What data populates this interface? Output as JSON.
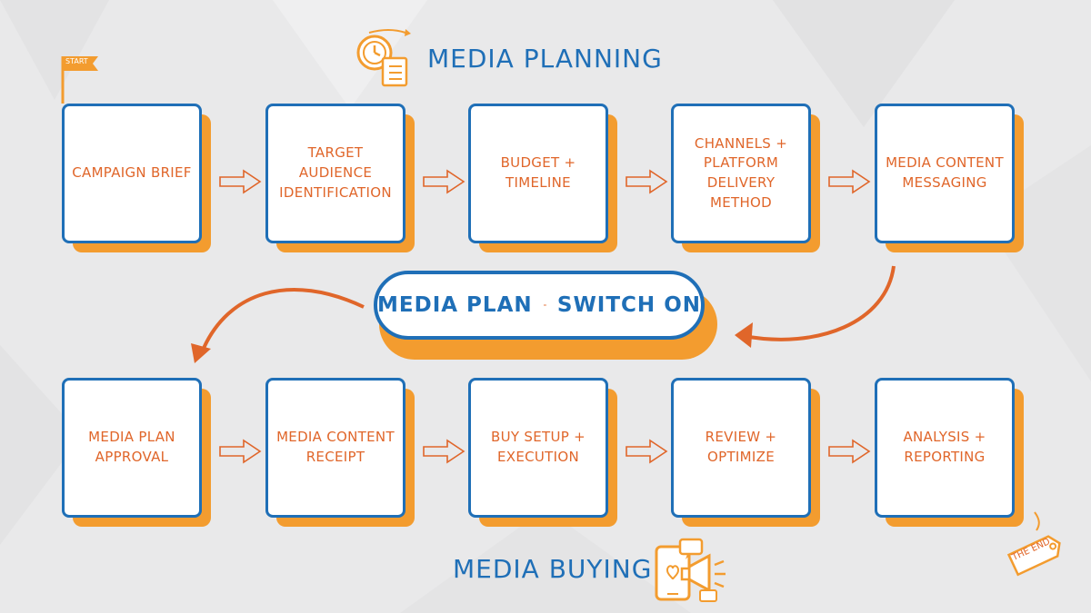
{
  "planning_title": "MEDIA PLANNING",
  "buying_title": "MEDIA BUYING",
  "start_flag": "START",
  "end_tag": "THE END",
  "center_pill": {
    "left": "MEDIA PLAN",
    "right": "SWITCH ON"
  },
  "planning_steps": [
    {
      "label": "CAMPAIGN BRIEF"
    },
    {
      "label": "TARGET AUDIENCE IDENTIFICATION"
    },
    {
      "label": "BUDGET + TIMELINE"
    },
    {
      "label": "CHANNELS + PLATFORM DELIVERY METHOD"
    },
    {
      "label": "MEDIA CONTENT MESSAGING"
    }
  ],
  "buying_steps": [
    {
      "label": "MEDIA PLAN APPROVAL"
    },
    {
      "label": "MEDIA CONTENT RECEIPT"
    },
    {
      "label": "BUY SETUP + EXECUTION"
    },
    {
      "label": "REVIEW + OPTIMIZE"
    },
    {
      "label": "ANALYSIS + REPORTING"
    }
  ],
  "colors": {
    "blue": "#1f6fb7",
    "orange": "#e0662a",
    "card_shadow": "#f39c2f",
    "background": "#e9e9ea"
  },
  "icons": [
    "clock-checklist-icon",
    "social-media-megaphone-icon",
    "start-flag-icon",
    "end-tag-icon"
  ]
}
